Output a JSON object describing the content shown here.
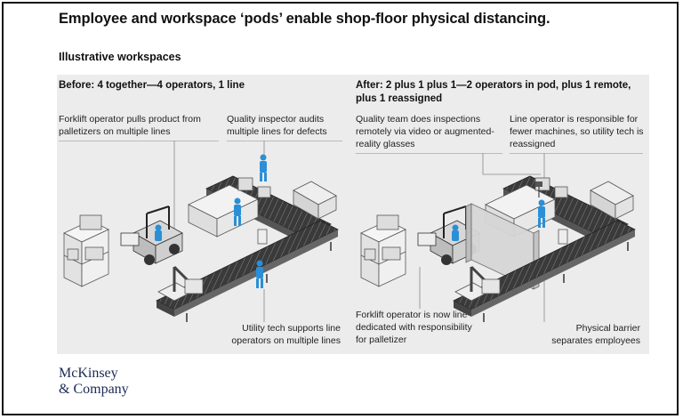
{
  "title": "Employee and workspace ‘pods’ enable shop-floor physical distancing.",
  "subtitle": "Illustrative workspaces",
  "before": {
    "heading": "Before: 4 together—4 operators, 1 line",
    "notes": {
      "forklift": "Forklift operator pulls product from palletizers on multiple lines",
      "quality": "Quality inspector audits multiple lines for defects",
      "utility": "Utility tech supports line operators on multiple lines"
    }
  },
  "after": {
    "heading": "After: 2 plus 1 plus 1—2 operators in pod, plus 1 remote, plus 1 reassigned",
    "notes": {
      "quality": "Quality team does inspections remotely via video or augmented-reality glasses",
      "line": "Line operator is responsible for fewer machines, so utility tech is reassigned",
      "forklift": "Forklift operator is now line-dedicated with responsibility for palletizer",
      "barrier": "Physical barrier separates employees"
    }
  },
  "logo": {
    "line1": "McKinsey",
    "line2": "& Company"
  },
  "colors": {
    "panel": "#ececec",
    "worker": "#2a8fd6",
    "machine": "#e6e6e6",
    "belt": "#3a3a3a",
    "logo": "#1c2a55"
  }
}
